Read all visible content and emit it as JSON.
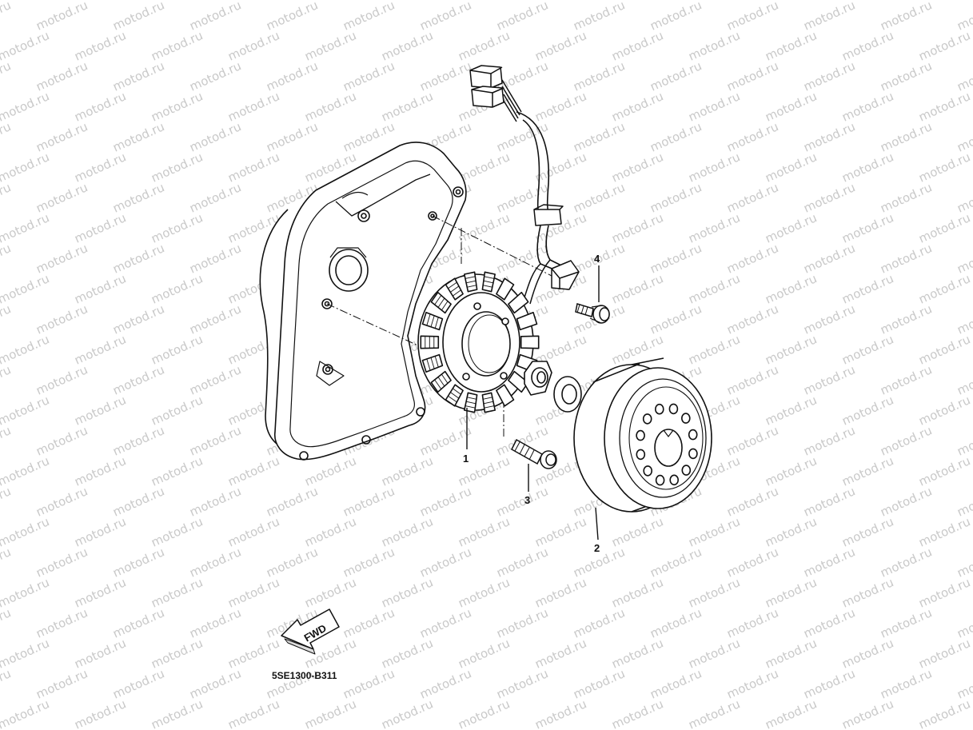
{
  "watermark": "motod.ru",
  "callouts": {
    "p1": "1",
    "p2": "2",
    "p3": "3",
    "p4": "4"
  },
  "fwd_label": "FWD",
  "drawing_code": "5SE1300-B311",
  "colors": {
    "line": "#111111",
    "watermark": "#c9c9c9",
    "background": "#ffffff"
  }
}
